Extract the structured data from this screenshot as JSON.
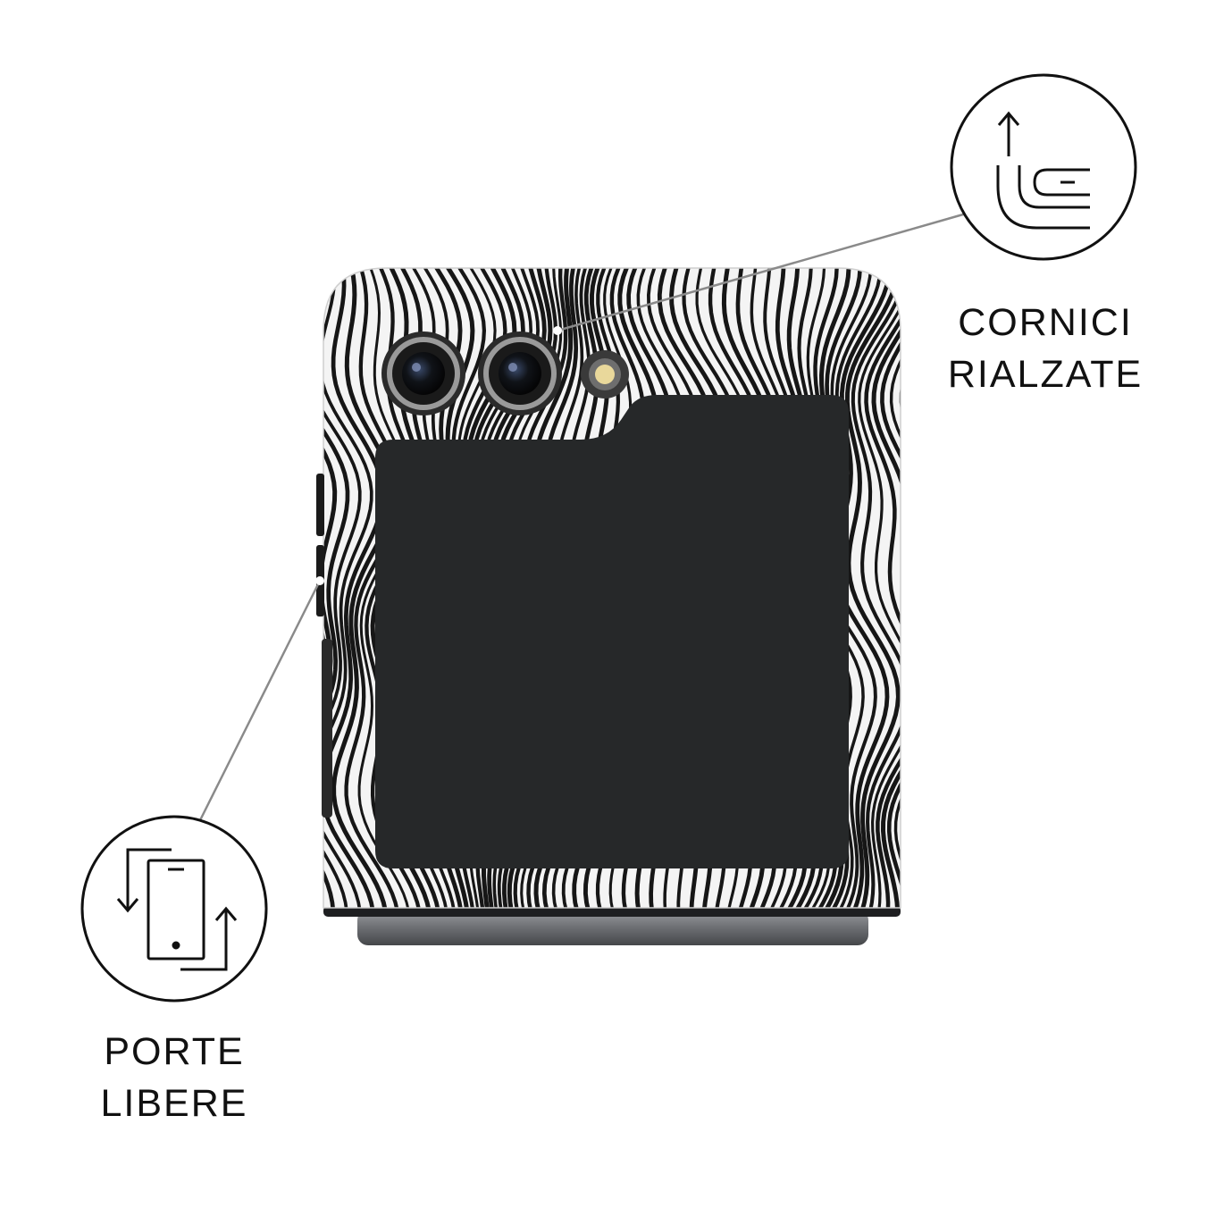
{
  "features": [
    {
      "id": "raised-edges",
      "icon": "raised-edge-icon",
      "label_lines": [
        "CORNICI",
        "RIALZATE"
      ]
    },
    {
      "id": "free-ports",
      "icon": "phone-rotate-icon",
      "label_lines": [
        "PORTE",
        "LIBERE"
      ]
    }
  ],
  "product": {
    "image": "flip-phone-case-icon",
    "pattern": "black-white-wavy-lines"
  },
  "colors": {
    "background": "#ffffff",
    "ink": "#111111",
    "leader_line": "#8a8a8a",
    "screen": "#262829",
    "hinge": "#6d6f73"
  }
}
